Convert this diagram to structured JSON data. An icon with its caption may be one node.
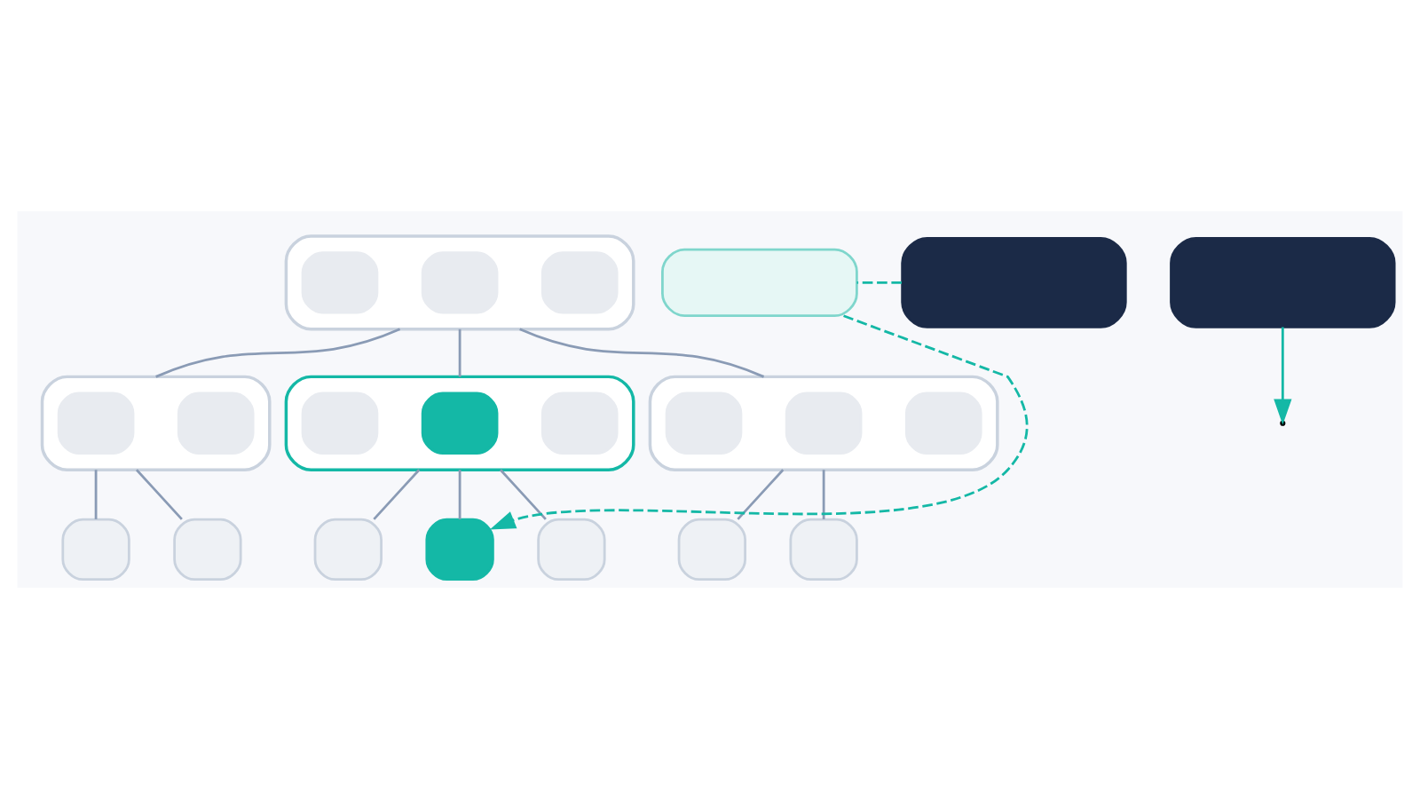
{
  "diagram": {
    "nodes": [
      {
        "text": [],
        "shape": "box"
      },
      {
        "text": [],
        "shape": "box",
        "in": 0
      },
      {
        "text": [],
        "shape": "box",
        "in": 0
      },
      {
        "text": [],
        "shape": "box",
        "in": 0
      },
      {
        "text": [],
        "shape": "box"
      },
      {
        "text": [],
        "shape": "box"
      },
      {
        "text": [],
        "shape": "box",
        "in": 5
      },
      {
        "text": [],
        "shape": "box",
        "in": 5
      },
      {
        "text": [],
        "shape": "box"
      },
      {
        "text": [],
        "shape": "box",
        "in": 8
      },
      {
        "text": [],
        "shape": "box",
        "in": 8
      },
      {
        "text": [],
        "shape": "box",
        "in": 8
      },
      {
        "text": [],
        "shape": "box"
      },
      {
        "text": [],
        "shape": "box",
        "in": 12
      },
      {
        "text": [],
        "shape": "box",
        "in": 12
      },
      {
        "text": [],
        "shape": "box",
        "in": 12
      },
      {
        "text": [],
        "shape": "box"
      },
      {
        "text": [],
        "shape": "box"
      },
      {
        "text": [],
        "shape": "box"
      },
      {
        "text": [],
        "shape": "box"
      },
      {
        "text": [],
        "shape": "box"
      },
      {
        "text": [],
        "shape": "box"
      },
      {
        "text": [],
        "shape": "box"
      },
      {
        "text": [],
        "shape": "box"
      },
      {
        "text": [],
        "shape": "box"
      }
    ],
    "edges": [
      {
        "from": 0,
        "to": 5,
        "arrow": "none"
      },
      {
        "from": 0,
        "to": 8,
        "arrow": "none"
      },
      {
        "from": 0,
        "to": 12,
        "arrow": "none"
      },
      {
        "from": 5,
        "to": 16,
        "arrow": "none"
      },
      {
        "from": 5,
        "to": 17,
        "arrow": "none"
      },
      {
        "from": 8,
        "to": 18,
        "arrow": "none"
      },
      {
        "from": 8,
        "to": 19,
        "arrow": "none"
      },
      {
        "from": 8,
        "to": 20,
        "arrow": "none"
      },
      {
        "from": 12,
        "to": 21,
        "arrow": "none"
      },
      {
        "from": 12,
        "to": 22,
        "arrow": "none"
      },
      {
        "from": 4,
        "to": 24,
        "arrow": "none",
        "style": "dashed",
        "color": "#14b8a6"
      },
      {
        "from": 24,
        "to": 19,
        "arrow": "to",
        "style": "dashed",
        "color": "#14b8a6"
      },
      {
        "from": 23,
        "to": null,
        "arrow": "to",
        "color": "#14b8a6"
      }
    ]
  }
}
